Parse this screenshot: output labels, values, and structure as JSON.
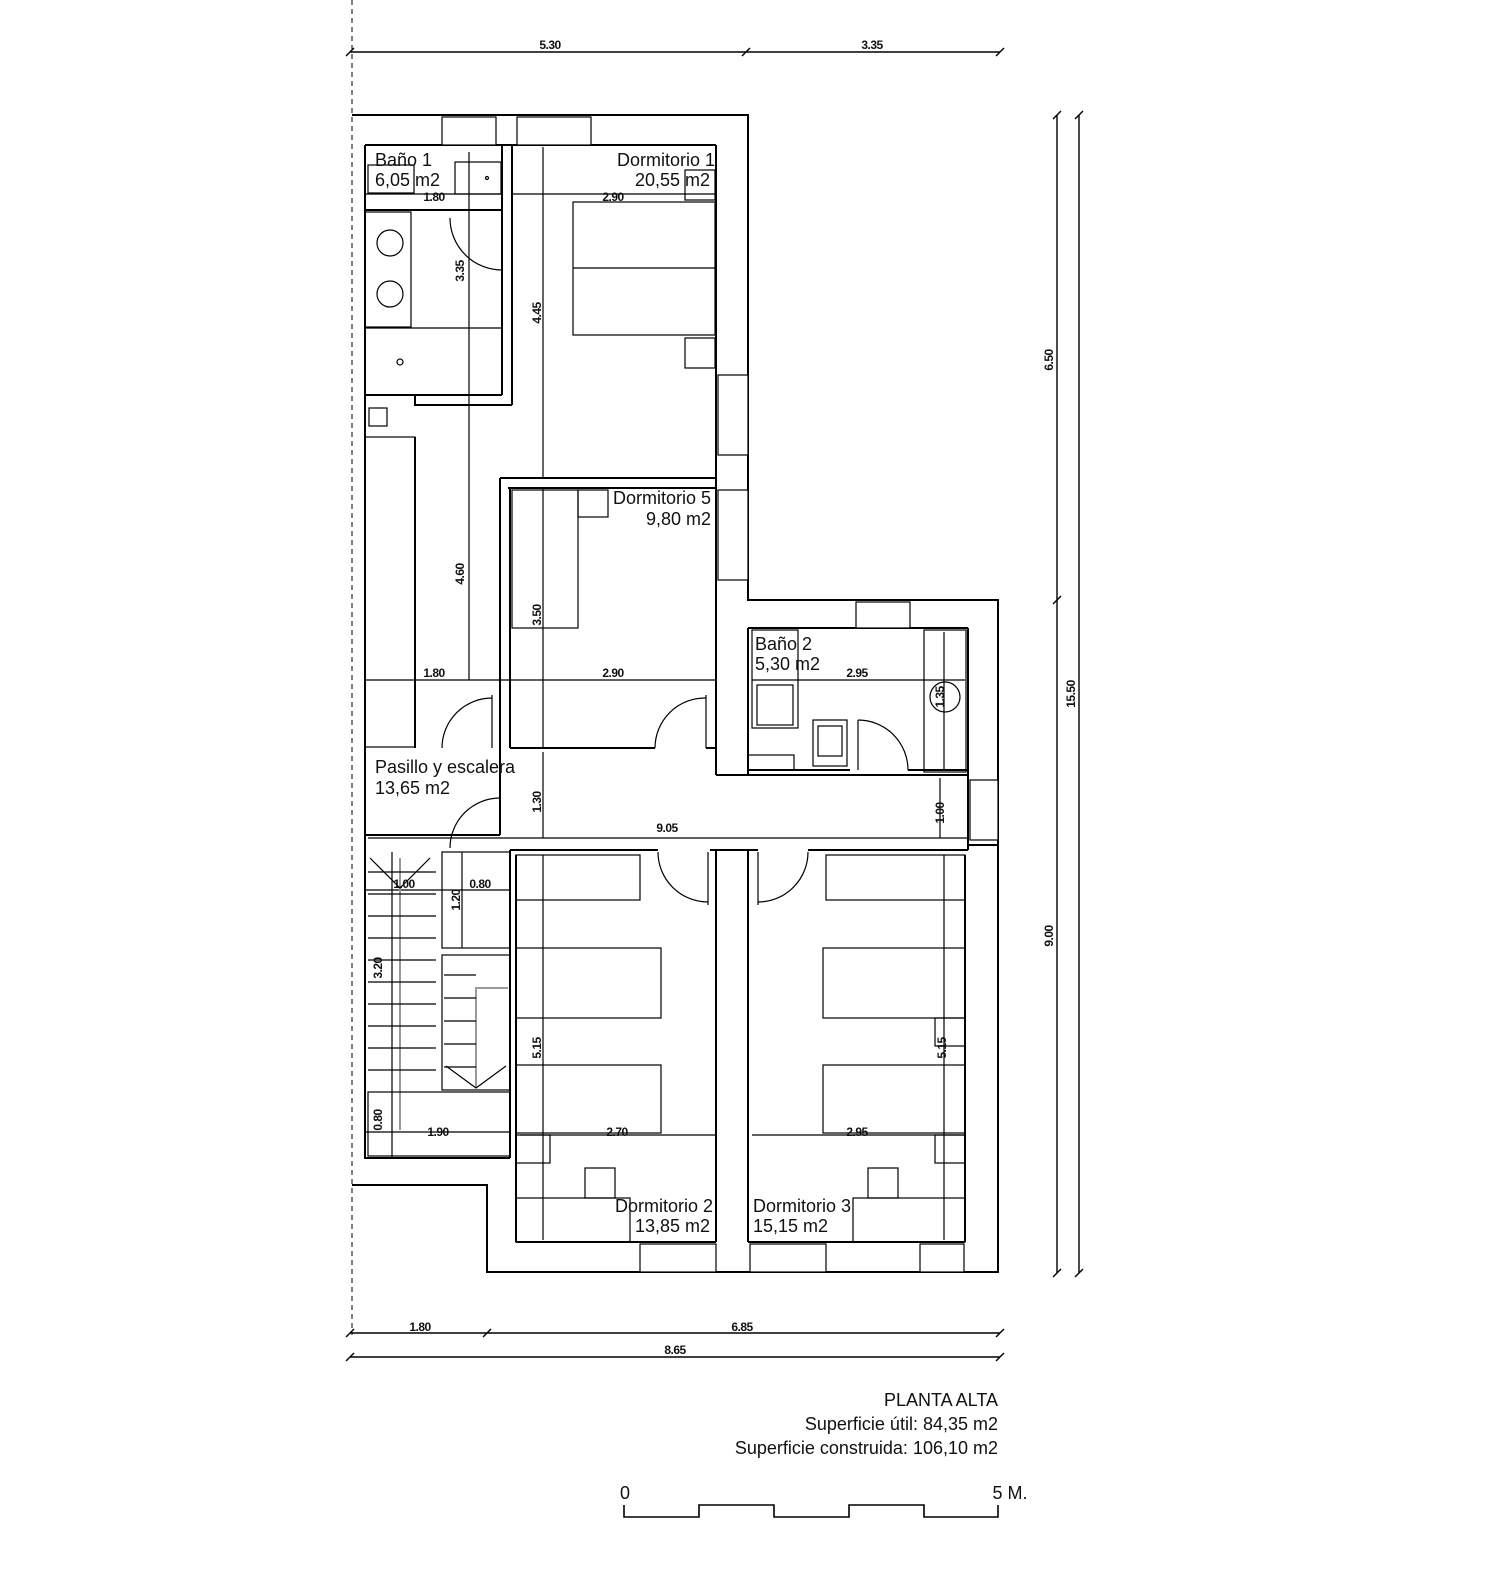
{
  "rooms": {
    "bano1": {
      "name": "Baño 1",
      "area": "6,05 m2"
    },
    "dormitorio1": {
      "name": "Dormitorio 1",
      "area": "20,55 m2"
    },
    "dormitorio5": {
      "name": "Dormitorio 5",
      "area": "9,80 m2"
    },
    "bano2": {
      "name": "Baño 2",
      "area": "5,30 m2"
    },
    "pasillo": {
      "name": "Pasillo y escalera",
      "area": "13,65 m2"
    },
    "dormitorio2": {
      "name": "Dormitorio 2",
      "area": "13,85 m2"
    },
    "dormitorio3": {
      "name": "Dormitorio 3",
      "area": "15,15 m2"
    }
  },
  "dimensions": {
    "top_left": "5.30",
    "top_right": "3.35",
    "bottom_left": "1.80",
    "bottom_right": "6.85",
    "bottom_total": "8.65",
    "right_upper": "6.50",
    "right_lower": "9.00",
    "right_total": "15.50",
    "bano1_width": "1.80",
    "bano1_depth": "3.35",
    "dorm1_width": "2.90",
    "dorm1_depth": "4.45",
    "pasillo_depth": "4.60",
    "dorm5_depth": "3.50",
    "row_left": "1.80",
    "row_mid": "2.90",
    "bano2_width": "2.95",
    "bano2_small": "1.35",
    "pasillo_height": "1.30",
    "corridor_length": "9.05",
    "corridor_right": "1.00",
    "stair_a": "1.00",
    "stair_b": "0.80",
    "stair_c": "1.20",
    "stair_depth": "3.20",
    "stair_bottom": "0.80",
    "stair_width": "1.90",
    "dorm2_depth": "5.15",
    "dorm2_width": "2.70",
    "dorm3_depth": "5.15",
    "dorm3_width": "2.95"
  },
  "title": {
    "name": "PLANTA ALTA",
    "useful": "Superficie útil: 84,35 m2",
    "built": "Superficie construida: 106,10 m2"
  },
  "scale": {
    "start": "0",
    "end": "5 M."
  }
}
